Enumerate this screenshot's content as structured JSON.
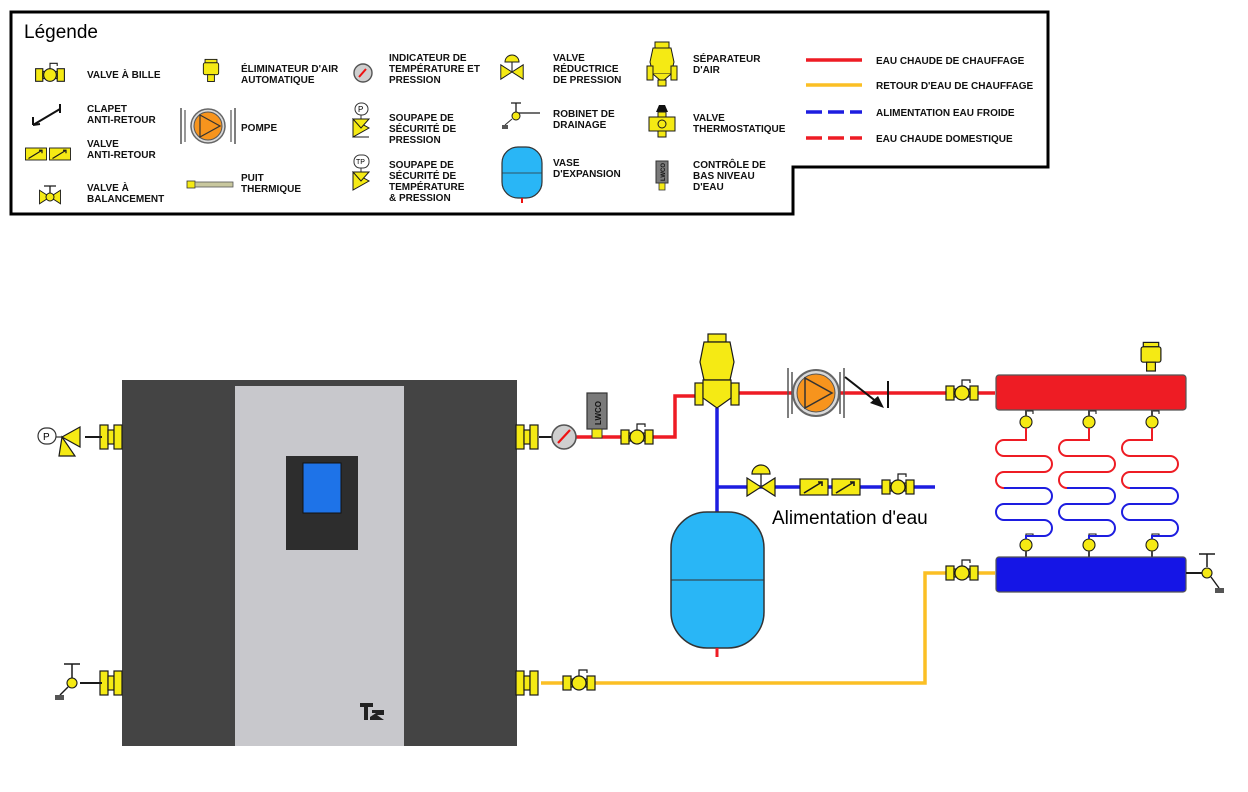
{
  "legend": {
    "title": "Légende",
    "items": {
      "ball_valve": [
        "VALVE À BILLE"
      ],
      "check_valve": [
        "CLAPET",
        "ANTI-RETOUR"
      ],
      "backflow_valve": [
        "VALVE",
        "ANTI-RETOUR"
      ],
      "balancing_valve": [
        "VALVE À",
        "BALANCEMENT"
      ],
      "air_eliminator": [
        "ÉLIMINATEUR D'AIR",
        "AUTOMATIQUE"
      ],
      "pump": [
        "POMPE"
      ],
      "thermowell": [
        "PUIT",
        "THERMIQUE"
      ],
      "temp_pressure_gauge": [
        "INDICATEUR DE",
        "TEMPÉRATURE ET",
        "PRESSION"
      ],
      "pressure_relief": [
        "SOUPAPE DE",
        "SÉCURITÉ DE",
        "PRESSION"
      ],
      "tp_relief": [
        "SOUPAPE DE",
        "SÉCURITÉ DE",
        "TEMPÉRATURE",
        "& PRESSION"
      ],
      "pressure_reducing": [
        "VALVE",
        "RÉDUCTRICE",
        "DE PRESSION"
      ],
      "drain_valve": [
        "ROBINET DE",
        "DRAINAGE"
      ],
      "expansion_tank": [
        "VASE",
        "D'EXPANSION"
      ],
      "air_separator": [
        "SÉPARATEUR",
        "D'AIR"
      ],
      "thermostatic_valve": [
        "VALVE",
        "THERMOSTATIQUE"
      ],
      "lwco": [
        "CONTRÔLE DE",
        "BAS NIVEAU",
        "D'EAU"
      ]
    },
    "lines": [
      {
        "label": "EAU CHAUDE DE CHAUFFAGE",
        "color": "#ee1c24",
        "dashed": false
      },
      {
        "label": "RETOUR D'EAU DE CHAUFFAGE",
        "color": "#fbbf24",
        "dashed": false
      },
      {
        "label": "ALIMENTATION EAU FROIDE",
        "color": "#1d1de0",
        "dashed": true
      },
      {
        "label": "EAU CHAUDE DOMESTIQUE",
        "color": "#ee1c24",
        "dashed": true
      }
    ]
  },
  "diagram": {
    "water_supply_label": "Alimentation d'eau",
    "lwco_label": "LWCO",
    "symbol_p": "P",
    "symbol_tp": "TP",
    "boiler_logo": "T2"
  },
  "colors": {
    "hot": "#ee1c24",
    "return": "#fbbf24",
    "cold": "#1d1de0",
    "fitting": "#f5ea14",
    "pump": "#f7941d",
    "tank": "#29b6f6",
    "boiler_dark": "#444444",
    "boiler_light": "#c8c8cc",
    "screen": "#1e73e8",
    "manifold_hot": "#ee1c24",
    "manifold_cold": "#1515e6"
  }
}
